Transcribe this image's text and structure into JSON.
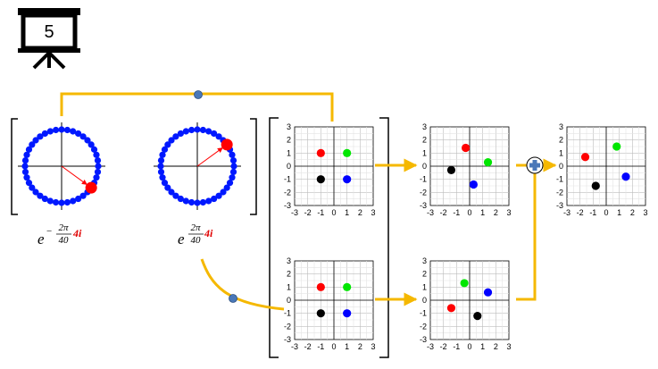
{
  "slide_number": "5",
  "colors": {
    "connector": "#f5b800",
    "junction_dot": "#4a78b8",
    "circle_dots": "#0018ff",
    "pointer": "#ff0000",
    "plus_button": "#4a78b8"
  },
  "left_formula": {
    "base": "e",
    "sign": "−",
    "num": "2π",
    "den": "40",
    "highlight": "4i"
  },
  "right_formula": {
    "base": "e",
    "num": "2π",
    "den": "40",
    "highlight": "4i"
  },
  "unit_circles": [
    {
      "points": 40,
      "highlighted_index": "−4"
    },
    {
      "points": 40,
      "highlighted_index": "4"
    }
  ],
  "axis_ticks": [
    "-3",
    "-2",
    "-1",
    "0",
    "1",
    "2",
    "3"
  ],
  "plots": [
    {
      "id": "input-top",
      "points": [
        {
          "x": -1,
          "y": 1,
          "color": "#ff0000"
        },
        {
          "x": 1,
          "y": 1,
          "color": "#00e600"
        },
        {
          "x": -1,
          "y": -1,
          "color": "#000000"
        },
        {
          "x": 1,
          "y": -1,
          "color": "#0000ff"
        }
      ]
    },
    {
      "id": "input-bottom",
      "points": [
        {
          "x": -1,
          "y": 1,
          "color": "#ff0000"
        },
        {
          "x": 1,
          "y": 1,
          "color": "#00e600"
        },
        {
          "x": -1,
          "y": -1,
          "color": "#000000"
        },
        {
          "x": 1,
          "y": -1,
          "color": "#0000ff"
        }
      ]
    },
    {
      "id": "rotated-top",
      "points": [
        {
          "x": -0.3,
          "y": 1.4,
          "color": "#ff0000"
        },
        {
          "x": 1.4,
          "y": 0.3,
          "color": "#00e600"
        },
        {
          "x": -1.4,
          "y": -0.3,
          "color": "#000000"
        },
        {
          "x": 0.3,
          "y": -1.4,
          "color": "#0000ff"
        }
      ]
    },
    {
      "id": "rotated-bottom",
      "points": [
        {
          "x": -1.4,
          "y": -0.6,
          "color": "#ff0000"
        },
        {
          "x": -0.4,
          "y": 1.3,
          "color": "#00e600"
        },
        {
          "x": 0.6,
          "y": -1.2,
          "color": "#000000"
        },
        {
          "x": 1.4,
          "y": 0.6,
          "color": "#0000ff"
        }
      ]
    },
    {
      "id": "sum",
      "points": [
        {
          "x": -1.6,
          "y": 0.7,
          "color": "#ff0000"
        },
        {
          "x": 0.8,
          "y": 1.5,
          "color": "#00e600"
        },
        {
          "x": -0.8,
          "y": -1.5,
          "color": "#000000"
        },
        {
          "x": 1.5,
          "y": -0.8,
          "color": "#0000ff"
        }
      ]
    }
  ]
}
